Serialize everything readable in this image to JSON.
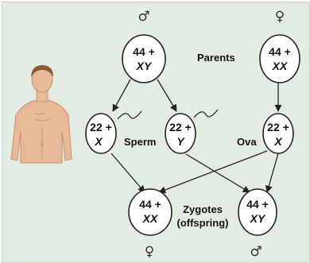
{
  "symbols": {
    "male": "♂",
    "female": "♀"
  },
  "labels": {
    "parents": "Parents",
    "sperm": "Sperm",
    "ova": "Ova",
    "zygotes_line1": "Zygotes",
    "zygotes_line2": "(offspring)"
  },
  "cells": {
    "father": {
      "line1": "44 +",
      "line2": "XY"
    },
    "mother": {
      "line1": "44 +",
      "line2": "XX"
    },
    "sperm_x": {
      "line1": "22 +",
      "line2": "X"
    },
    "sperm_y": {
      "line1": "22 +",
      "line2": "Y"
    },
    "ovum_x": {
      "line1": "22 +",
      "line2": "X"
    },
    "zygote_female": {
      "line1": "44 +",
      "line2": "XX"
    },
    "zygote_male": {
      "line1": "44 +",
      "line2": "XY"
    }
  },
  "colors": {
    "background": "#e3ece3",
    "skin": "#e8b998",
    "skin_shade": "#c98e6c",
    "hair": "#8a5a35"
  }
}
